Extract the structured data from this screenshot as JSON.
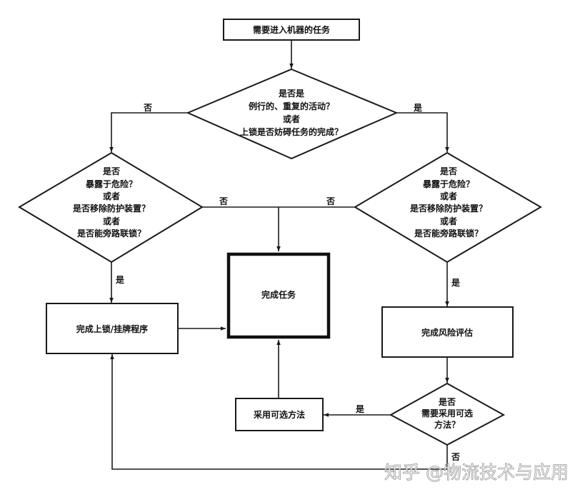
{
  "nodes": {
    "start": {
      "label": [
        "需要进入机器的任务"
      ]
    },
    "decision_routine": {
      "label": [
        "是否是",
        "例行的、重复的活动？",
        "或者",
        "上锁是否妨碍任务的完成？"
      ]
    },
    "decision_hazard_left": {
      "label": [
        "是否",
        "暴露于危险？",
        "或者",
        "是否移除防护装置？",
        "或者",
        "是否能旁路联锁？"
      ]
    },
    "decision_hazard_right": {
      "label": [
        "是否",
        "暴露于危险？",
        "或者",
        "是否移除防护装置？",
        "或者",
        "是否能旁路联锁？"
      ]
    },
    "complete_task": {
      "label": [
        "完成任务"
      ]
    },
    "lockout_tagout": {
      "label": [
        "完成上锁/挂牌程序"
      ]
    },
    "risk_assessment": {
      "label": [
        "完成风险评估"
      ]
    },
    "decision_alternative": {
      "label": [
        "是否",
        "需要采用可选",
        "方法？"
      ]
    },
    "alternative_method": {
      "label": [
        "采用可选方法"
      ]
    }
  },
  "edge_labels": {
    "routine_no": "否",
    "routine_yes": "是",
    "hazard_left_no": "否",
    "hazard_right_no": "否",
    "hazard_left_yes": "是",
    "hazard_right_yes": "是",
    "alternative_yes": "是",
    "alternative_no": "否"
  },
  "edges": [
    {
      "from": "start",
      "to": "decision_routine",
      "label": ""
    },
    {
      "from": "decision_routine",
      "to": "decision_hazard_left",
      "label": "否"
    },
    {
      "from": "decision_routine",
      "to": "decision_hazard_right",
      "label": "是"
    },
    {
      "from": "decision_hazard_left",
      "to": "complete_task",
      "label": "否"
    },
    {
      "from": "decision_hazard_right",
      "to": "complete_task",
      "label": "否"
    },
    {
      "from": "decision_hazard_left",
      "to": "lockout_tagout",
      "label": "是"
    },
    {
      "from": "decision_hazard_right",
      "to": "risk_assessment",
      "label": "是"
    },
    {
      "from": "lockout_tagout",
      "to": "complete_task",
      "label": ""
    },
    {
      "from": "risk_assessment",
      "to": "decision_alternative",
      "label": ""
    },
    {
      "from": "decision_alternative",
      "to": "alternative_method",
      "label": "是"
    },
    {
      "from": "alternative_method",
      "to": "complete_task",
      "label": ""
    },
    {
      "from": "decision_alternative",
      "to": "lockout_tagout",
      "label": "否"
    }
  ],
  "watermark": "知乎 @物流技术与应用"
}
